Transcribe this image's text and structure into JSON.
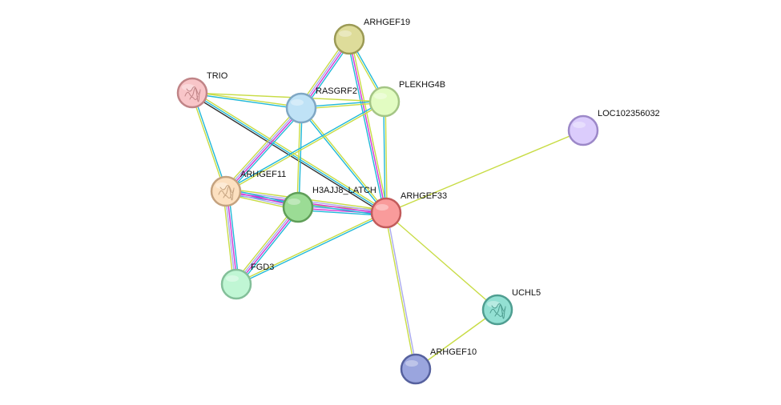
{
  "network": {
    "nodes": [
      {
        "id": "ARHGEF19",
        "label": "ARHGEF19",
        "fill": "#dedc9a",
        "stroke": "#9b9a55",
        "icon": "none"
      },
      {
        "id": "TRIO",
        "label": "TRIO",
        "fill": "#f8c5c8",
        "stroke": "#c08487",
        "icon": "protein-structure-icon"
      },
      {
        "id": "RASGRF2",
        "label": "RASGRF2",
        "fill": "#bfe2f6",
        "stroke": "#7fa7c4",
        "icon": "none"
      },
      {
        "id": "PLEKHG4B",
        "label": "PLEKHG4B",
        "fill": "#e2fcc2",
        "stroke": "#a4c585",
        "icon": "none"
      },
      {
        "id": "LOC102356032",
        "label": "LOC102356032",
        "fill": "#dbccfc",
        "stroke": "#9c88c8",
        "icon": "none"
      },
      {
        "id": "ARHGEF11",
        "label": "ARHGEF11",
        "fill": "#fce0c0",
        "stroke": "#c4a27f",
        "icon": "protein-structure-icon"
      },
      {
        "id": "H3AJJ8_LATCH",
        "label": "H3AJJ8_LATCH",
        "fill": "#9bdc95",
        "stroke": "#5f9e58",
        "icon": "none"
      },
      {
        "id": "ARHGEF33",
        "label": "ARHGEF33",
        "fill": "#f99b9b",
        "stroke": "#c25b5b",
        "icon": "none"
      },
      {
        "id": "FGD3",
        "label": "FGD3",
        "fill": "#c0f6d4",
        "stroke": "#83bf99",
        "icon": "none"
      },
      {
        "id": "UCHL5",
        "label": "UCHL5",
        "fill": "#93e0d3",
        "stroke": "#4f9e91",
        "icon": "protein-structure-icon"
      },
      {
        "id": "ARHGEF10",
        "label": "ARHGEF10",
        "fill": "#9aa5de",
        "stroke": "#56619e",
        "icon": "none"
      }
    ],
    "edge_colors": {
      "textmining": "#c8dc45",
      "coexpression": "#333333",
      "database": "#20b8d8",
      "experiments": "#d335d3",
      "homology": "#a9a9ee"
    },
    "edges": [
      {
        "source": "ARHGEF33",
        "target": "LOC102356032",
        "evidence": [
          "textmining"
        ]
      },
      {
        "source": "ARHGEF33",
        "target": "UCHL5",
        "evidence": [
          "textmining"
        ]
      },
      {
        "source": "UCHL5",
        "target": "ARHGEF10",
        "evidence": [
          "textmining"
        ]
      },
      {
        "source": "ARHGEF33",
        "target": "ARHGEF10",
        "evidence": [
          "homology",
          "textmining"
        ]
      },
      {
        "source": "ARHGEF33",
        "target": "ARHGEF19",
        "evidence": [
          "database",
          "experiments",
          "textmining"
        ]
      },
      {
        "source": "ARHGEF33",
        "target": "PLEKHG4B",
        "evidence": [
          "database",
          "textmining"
        ]
      },
      {
        "source": "ARHGEF33",
        "target": "RASGRF2",
        "evidence": [
          "database",
          "textmining"
        ]
      },
      {
        "source": "ARHGEF33",
        "target": "TRIO",
        "evidence": [
          "coexpression",
          "database",
          "textmining"
        ]
      },
      {
        "source": "ARHGEF33",
        "target": "H3AJJ8_LATCH",
        "evidence": [
          "database",
          "experiments",
          "homology",
          "textmining"
        ]
      },
      {
        "source": "ARHGEF33",
        "target": "ARHGEF11",
        "evidence": [
          "database",
          "experiments",
          "homology",
          "textmining"
        ]
      },
      {
        "source": "ARHGEF33",
        "target": "FGD3",
        "evidence": [
          "database",
          "textmining"
        ]
      },
      {
        "source": "ARHGEF19",
        "target": "PLEKHG4B",
        "evidence": [
          "database",
          "textmining"
        ]
      },
      {
        "source": "ARHGEF19",
        "target": "RASGRF2",
        "evidence": [
          "database",
          "experiments",
          "homology",
          "textmining"
        ]
      },
      {
        "source": "RASGRF2",
        "target": "ARHGEF11",
        "evidence": [
          "database",
          "experiments",
          "homology",
          "textmining"
        ]
      },
      {
        "source": "RASGRF2",
        "target": "TRIO",
        "evidence": [
          "database",
          "textmining"
        ]
      },
      {
        "source": "RASGRF2",
        "target": "PLEKHG4B",
        "evidence": [
          "database",
          "textmining"
        ]
      },
      {
        "source": "RASGRF2",
        "target": "H3AJJ8_LATCH",
        "evidence": [
          "database",
          "textmining"
        ]
      },
      {
        "source": "TRIO",
        "target": "ARHGEF11",
        "evidence": [
          "database",
          "textmining"
        ]
      },
      {
        "source": "TRIO",
        "target": "PLEKHG4B",
        "evidence": [
          "textmining"
        ]
      },
      {
        "source": "ARHGEF11",
        "target": "PLEKHG4B",
        "evidence": [
          "database",
          "textmining"
        ]
      },
      {
        "source": "ARHGEF11",
        "target": "H3AJJ8_LATCH",
        "evidence": [
          "database",
          "experiments",
          "homology",
          "textmining"
        ]
      },
      {
        "source": "ARHGEF11",
        "target": "FGD3",
        "evidence": [
          "database",
          "experiments",
          "homology",
          "textmining"
        ]
      },
      {
        "source": "H3AJJ8_LATCH",
        "target": "FGD3",
        "evidence": [
          "database",
          "experiments",
          "homology",
          "textmining"
        ]
      }
    ]
  }
}
